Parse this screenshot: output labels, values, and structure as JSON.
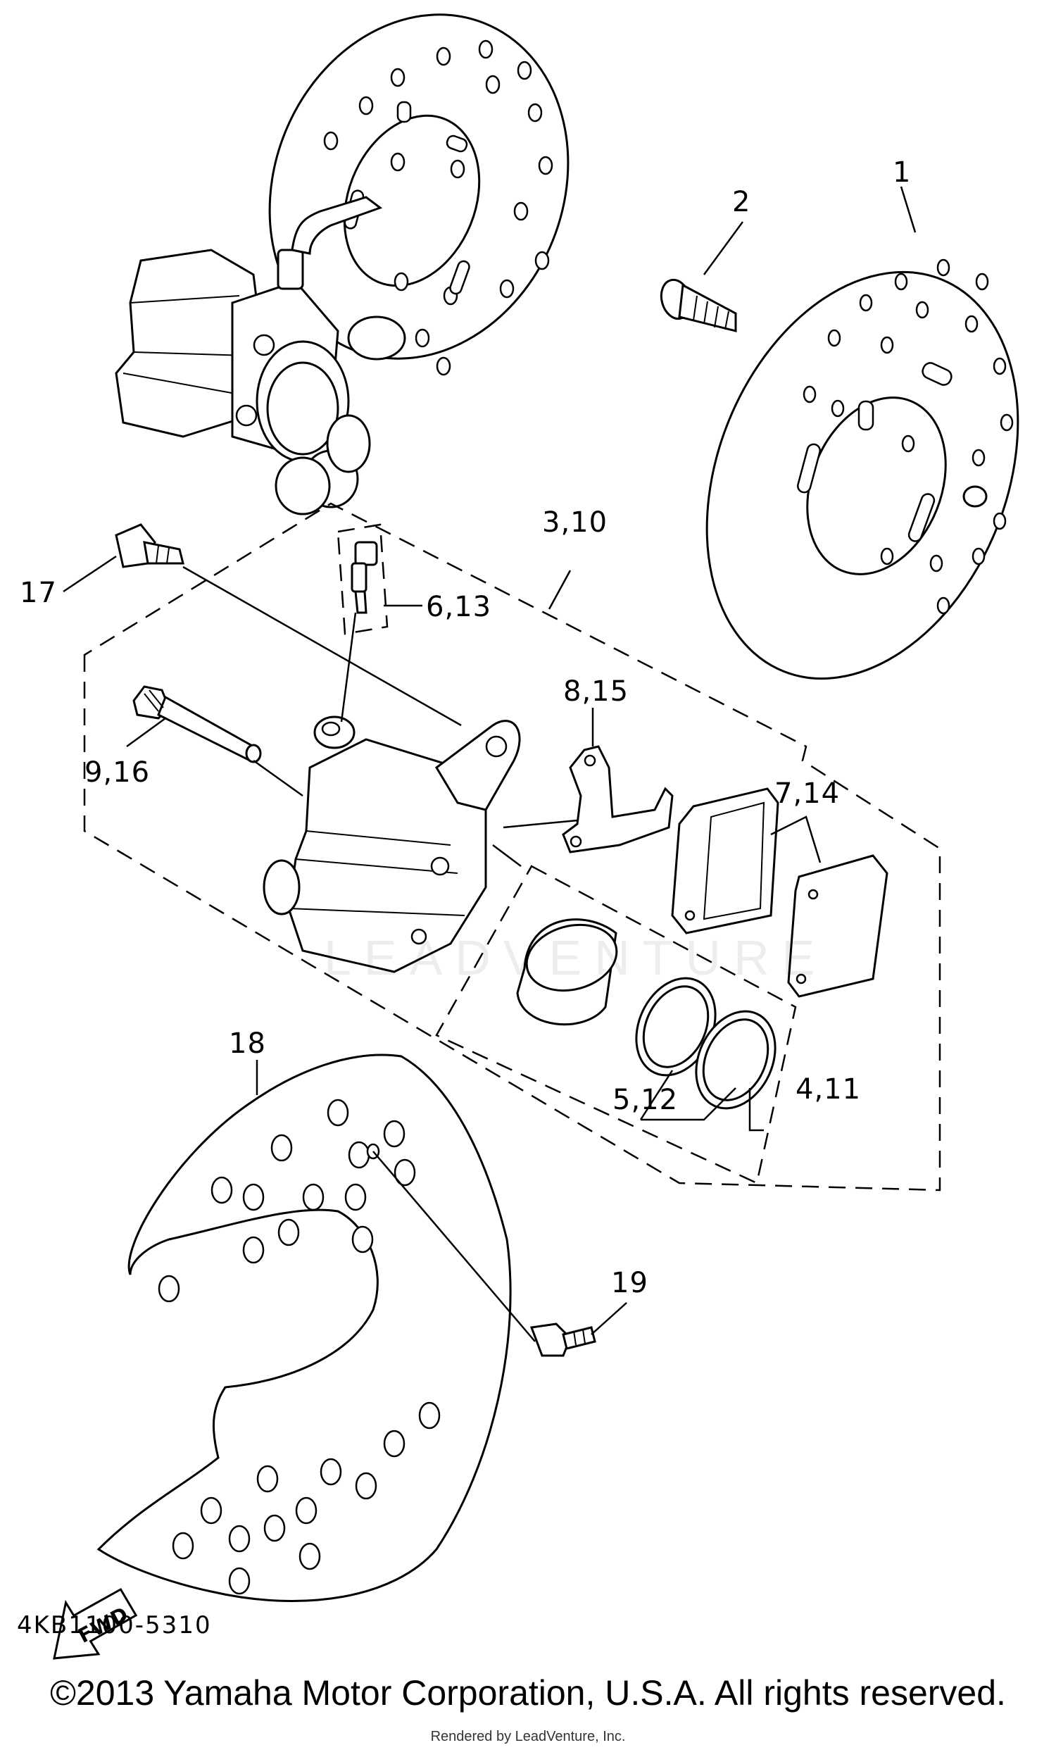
{
  "diagram": {
    "code": "4KB1100-5310",
    "fwd_label": "FWD",
    "callouts": {
      "c1": "1",
      "c2": "2",
      "c3_10": "3,10",
      "c4_11": "4,11",
      "c5_12": "5,12",
      "c6_13": "6,13",
      "c7_14": "7,14",
      "c8_15": "8,15",
      "c9_16": "9,16",
      "c17": "17",
      "c18": "18",
      "c19": "19"
    }
  },
  "footer": {
    "copyright": "©2013 Yamaha Motor Corporation, U.S.A. All rights reserved.",
    "render_note": "Rendered by LeadVenture, Inc."
  },
  "watermark": {
    "text": "LEADVENTURE"
  }
}
